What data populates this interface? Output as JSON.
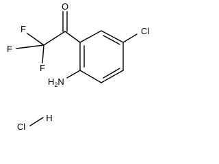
{
  "molecule": {
    "atoms": {
      "oxygen": "O",
      "fluorine_top": "F",
      "fluorine_left": "F",
      "fluorine_bottom": "F",
      "chlorine_ring": "Cl",
      "amine_main": "H",
      "amine_sub": "2",
      "amine_n": "N",
      "hcl_cl": "Cl",
      "hcl_h": "H"
    }
  }
}
